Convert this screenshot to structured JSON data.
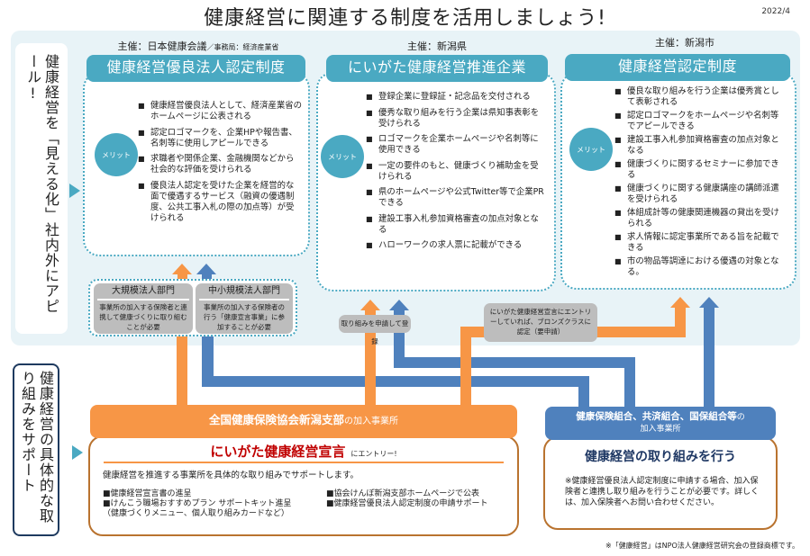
{
  "header": {
    "title": "健康経営に関連する制度を活用しましょう!",
    "date": "2022/4"
  },
  "side_labels": {
    "top": "健康経営を「見える化」社内外にアピール!",
    "bottom": "健康経営の具体的な取り組みをサポート"
  },
  "colors": {
    "teal": "#4aa9c2",
    "orange": "#f79646",
    "blue": "#4f81bd",
    "panel_bg": "#e8f3f7",
    "brown_border": "#b9732f",
    "red_title": "#c00000",
    "navy_title": "#1f3864",
    "gray_box": "#bdbdbd"
  },
  "systems": [
    {
      "sponsor": "主催：日本健康会議",
      "sponsor_sub": "／事務局：経済産業省",
      "title": "健康経営優良法人認定制度",
      "merit_label": "メリット",
      "merits": [
        "健康経営優良法人として、経済産業省のホームページに公表される",
        "認定ロゴマークを、企業HPや報告書、名刺等に使用しアピールできる",
        "求職者や関係企業、金融機関などから社会的な評価を受けられる",
        "優良法人認定を受けた企業を経営的な面で優遇するサービス（融資の優遇制度、公共工事入札の際の加点等）が受けられる"
      ]
    },
    {
      "sponsor": "主催：新潟県",
      "sponsor_sub": "",
      "title": "にいがた健康経営推進企業",
      "merit_label": "メリット",
      "merits": [
        "登録企業に登録証・記念品を交付される",
        "優秀な取り組みを行う企業は県知事表彰を受けられる",
        "ロゴマークを企業ホームページや名刺等に使用できる",
        "一定の要件のもと、健康づくり補助金を受けられる",
        "県のホームページや公式Twitter等で企業PRできる",
        "建設工事入札参加資格審査の加点対象となる",
        "ハローワークの求人票に記載ができる"
      ]
    },
    {
      "sponsor": "主催：新潟市",
      "sponsor_sub": "",
      "title": "健康経営認定制度",
      "merit_label": "メリット",
      "merits": [
        "優良な取り組みを行う企業は優秀賞として表彰される",
        "認定ロゴマークをホームページや名刺等でアピールできる",
        "建設工事入札参加資格審査の加点対象となる",
        "健康づくりに関するセミナーに参加できる",
        "健康づくりに関する健康講座の講師派遣を受けられる",
        "体組成計等の健康関連機器の貸出を受けられる",
        "求人情報に認定事業所である旨を記載できる",
        "市の物品等調達における優遇の対象となる。"
      ]
    }
  ],
  "departments": [
    {
      "title": "大規模法人部門",
      "text": "事業所の加入する保険者と連携して健康づくりに取り組むことが必要"
    },
    {
      "title": "中小規模法人部門",
      "text": "事業所の加入する保険者の行う「健康宣言事業」に参加することが必要"
    }
  ],
  "notes": {
    "apply": "取り組みを申請して登録",
    "bronze": "にいがた健康経営宣言にエントリーしていれば、ブロンズクラスに認定（要申請）"
  },
  "kyokai": {
    "name": "全国健康保険協会新潟支部",
    "suffix": "の加入事業所",
    "sengen_title": "にいがた健康経営宣言",
    "sengen_entry": "にエントリー!",
    "description": "健康経営を推進する事業所を具体的な取り組みでサポートします。",
    "col1": [
      "■健康経営宣言書の進呈",
      "■けんこう職場おすすめプラン サポートキット進呈",
      "（健康づくりメニュー、個人取り組みカードなど）"
    ],
    "col2": [
      "■協会けんぽ新潟支部ホームページで公表",
      "■健康経営優良法人認定制度の申請サポート"
    ]
  },
  "kumiai": {
    "name": "健康保険組合、共済組合、国保組合等",
    "suffix_inline": "の",
    "suffix_line2": "加入事業所",
    "title": "健康経営の取り組みを行う",
    "note": "※健康経営優良法人認定制度に申請する場合、加入保険者と連携し取り組みを行うことが必要です。詳しくは、加入保険者へお問い合わせください。"
  },
  "footnote": "※「健康経営」はNPO法人健康経営研究会の登録商標です。"
}
